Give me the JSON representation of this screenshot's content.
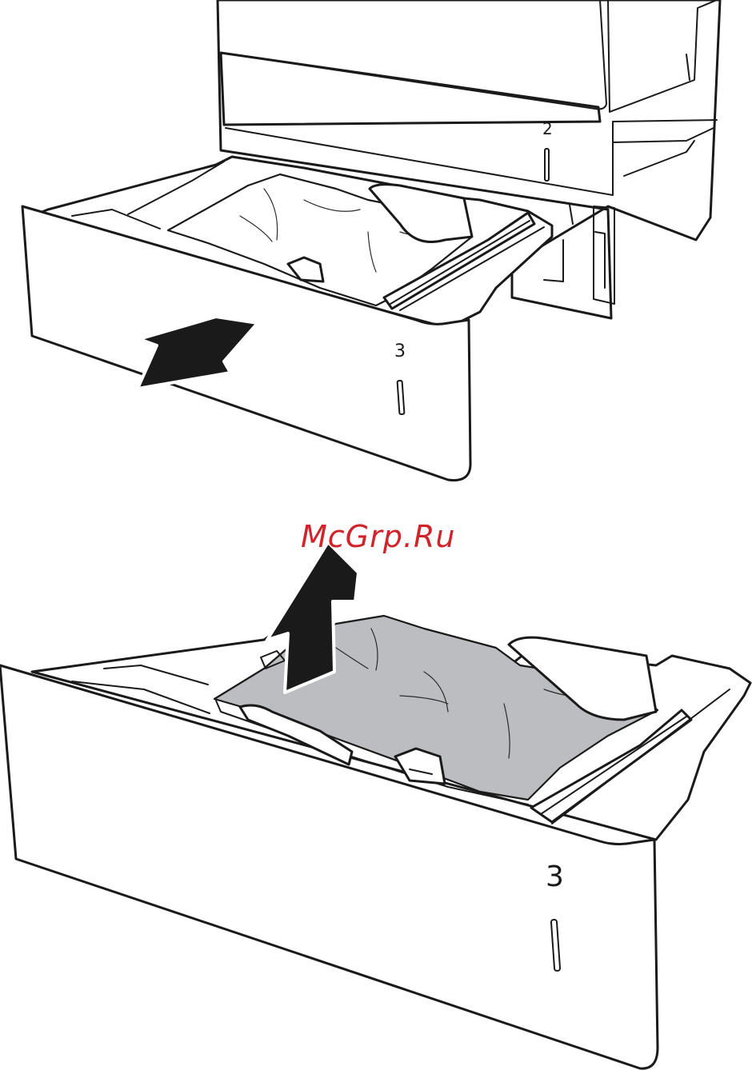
{
  "watermark": {
    "text": "McGrp.Ru",
    "color": "#d0242b"
  },
  "printer": {
    "upper_tray_label": "2"
  },
  "steps": [
    {
      "tray_label": "3",
      "action_arrow": "pull-out-arrow-icon",
      "paper_state": "jammed-paper"
    },
    {
      "tray_label": "3",
      "action_arrow": "lift-up-arrow-icon",
      "paper_state": "jammed-paper-highlighted"
    }
  ],
  "colors": {
    "line": "#1a1a1a",
    "paper_highlight": "#bcbdc0",
    "background": "#ffffff"
  }
}
